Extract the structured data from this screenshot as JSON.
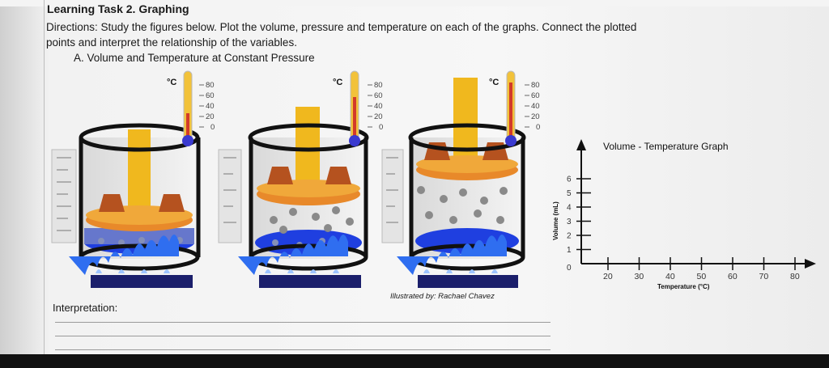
{
  "task": {
    "title": "Learning Task 2. Graphing",
    "directions_line1": "Directions: Study the figures below. Plot the volume, pressure and temperature on each of the graphs. Connect the plotted",
    "directions_line2": "points and interpret the relationship of the variables.",
    "section_a": "A.   Volume and Temperature at Constant Pressure"
  },
  "illustration": {
    "thermometer_unit": "°C",
    "thermometer_ticks": [
      "80",
      "60",
      "40",
      "20",
      "0"
    ],
    "credit": "Illustrated by: Rachael Chavez"
  },
  "graph": {
    "title": "Volume - Temperature Graph",
    "ylabel": "Volume (mL)",
    "xlabel": "Temperature (°C)",
    "y_ticks": [
      "0",
      "1",
      "2",
      "3",
      "4",
      "5",
      "6"
    ],
    "x_ticks": [
      "20",
      "30",
      "40",
      "50",
      "60",
      "70",
      "80"
    ]
  },
  "interpretation": {
    "label": "Interpretation:"
  },
  "colors": {
    "gold": "#f0b81e",
    "orange_piston": "#e8892a",
    "weight_brown": "#b5521f",
    "gas_blue": "#1f3fe0",
    "flame_blue": "#2f6ef0",
    "burner_navy": "#1b1f6b",
    "thermometer_red": "#d23a2a"
  }
}
